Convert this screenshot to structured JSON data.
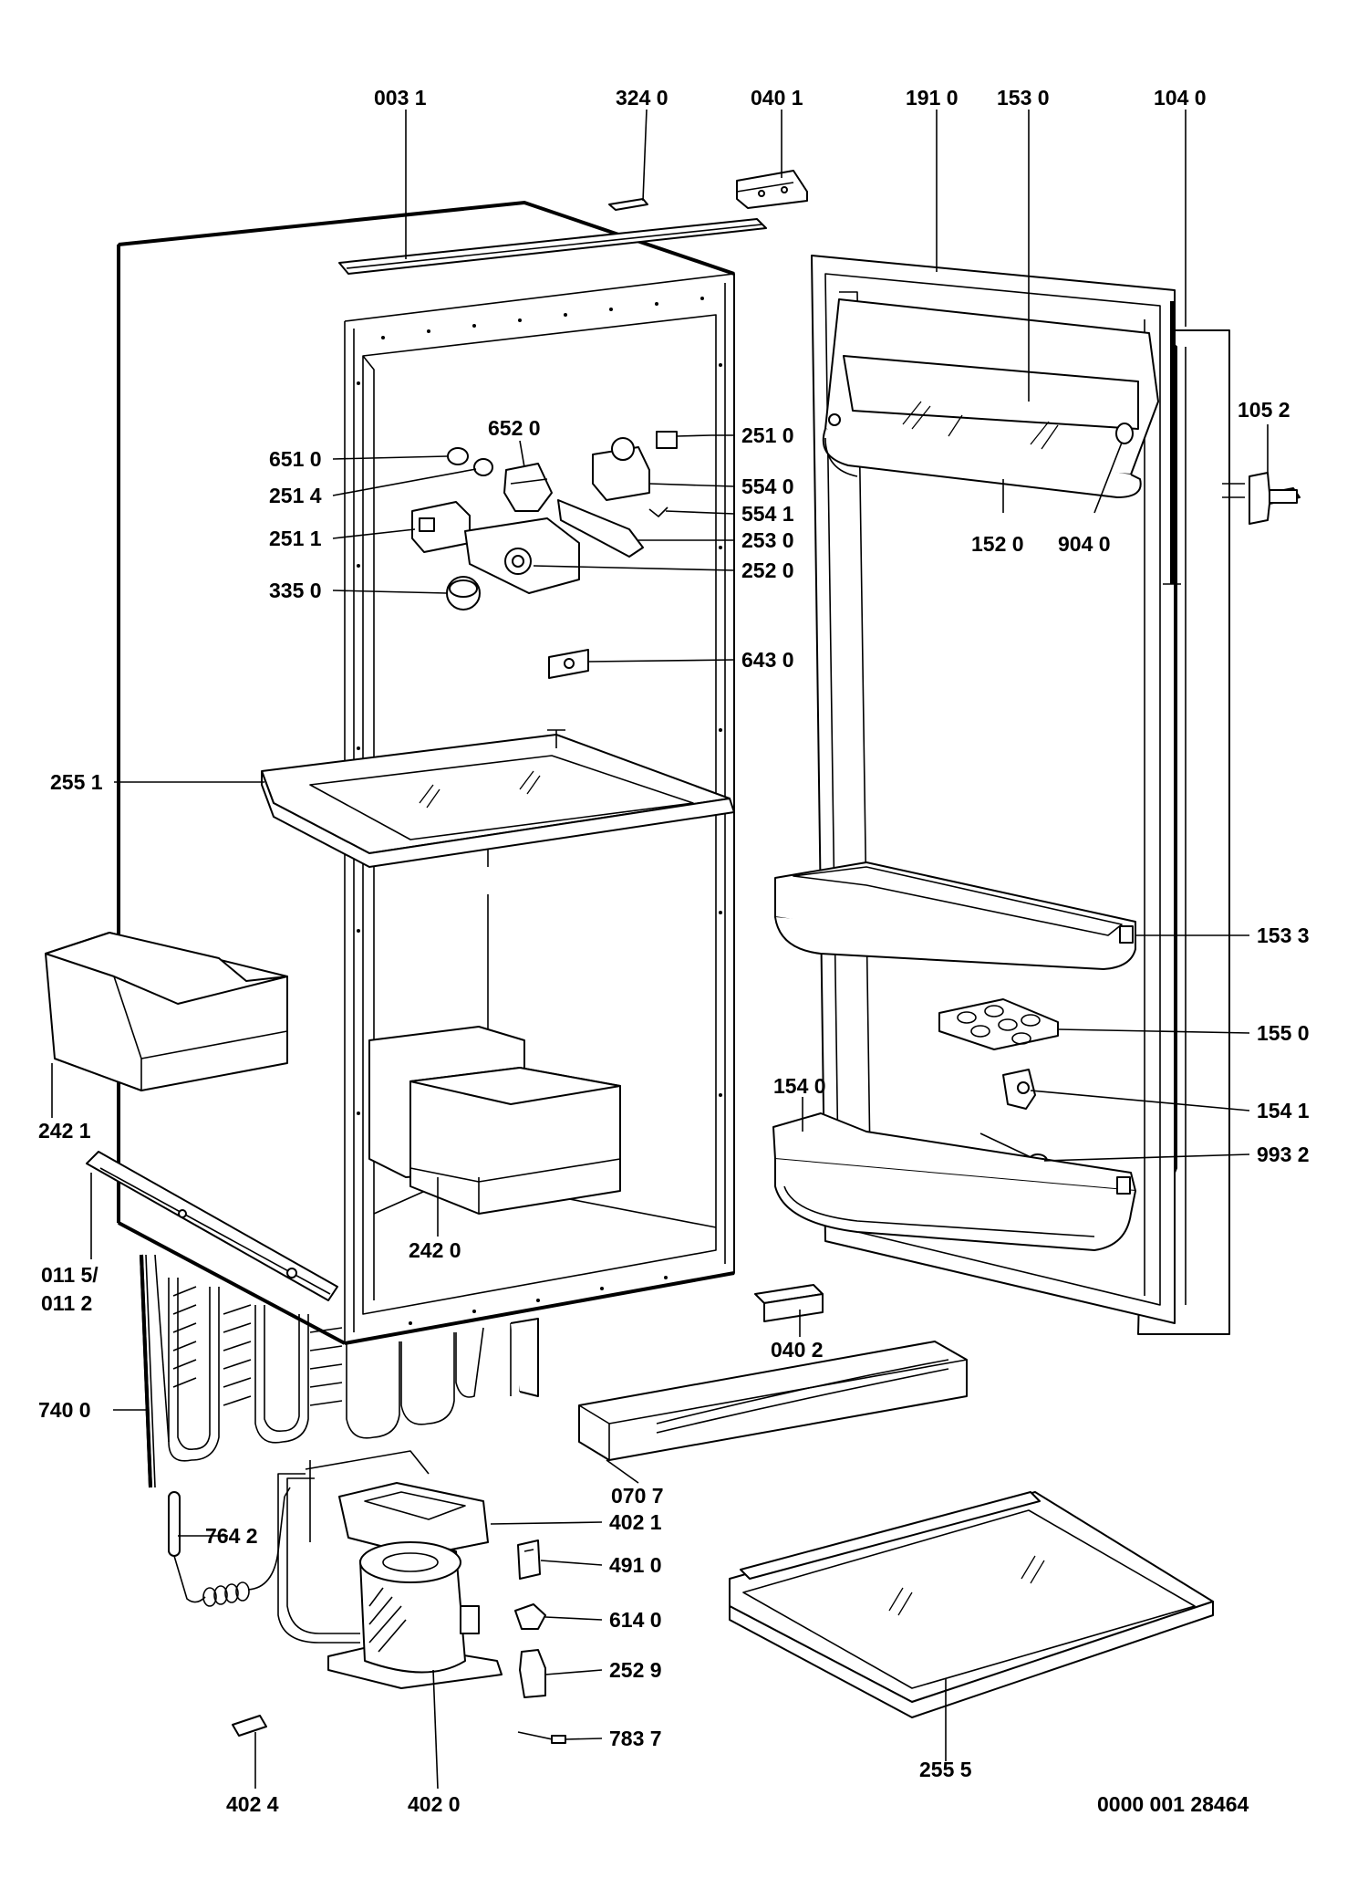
{
  "labels": {
    "l0031": "003 1",
    "l3240": "324 0",
    "l0401": "040 1",
    "l1910": "191 0",
    "l1530": "153 0",
    "l1040": "104 0",
    "l1052": "105 2",
    "l6520": "652 0",
    "l2510": "251 0",
    "l6510": "651 0",
    "l2514": "251 4",
    "l5540": "554 0",
    "l5541": "554 1",
    "l2511": "251 1",
    "l2530": "253 0",
    "l2520": "252 0",
    "l3350": "335 0",
    "l1520": "152 0",
    "l9040": "904 0",
    "l6430": "643 0",
    "l2551": "255 1",
    "l1533": "153 3",
    "l1550": "155 0",
    "l1540": "154 0",
    "l1541": "154 1",
    "l9932": "993 2",
    "l2421": "242 1",
    "l2420": "242 0",
    "l0115": "011 5/",
    "l0112": "011 2",
    "l0402": "040 2",
    "l7400": "740 0",
    "l0707": "070 7",
    "l7642": "764 2",
    "l4021": "402 1",
    "l4910": "491 0",
    "l6140": "614 0",
    "l2529": "252 9",
    "l7837": "783 7",
    "l4024": "402 4",
    "l4020": "402 0",
    "l2555": "255 5",
    "docnum": "0000 001 28464"
  }
}
